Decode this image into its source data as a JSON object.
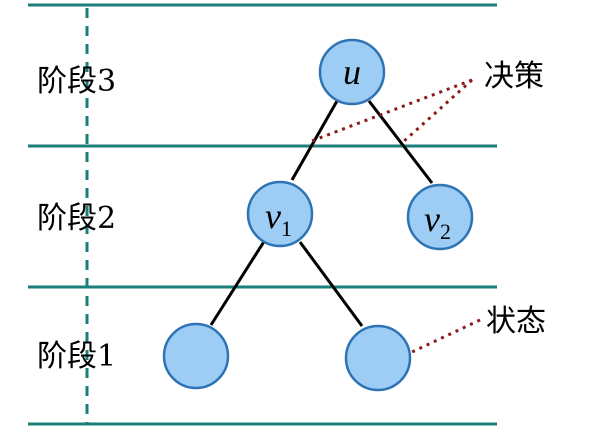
{
  "colors": {
    "stage_line": "#1a7f7a",
    "node_fill": "#9dcdf5",
    "node_stroke": "#2e74b5",
    "edge": "#000000",
    "annotation": "#8b1a1a"
  },
  "stages": [
    {
      "label": "阶段3"
    },
    {
      "label": "阶段2"
    },
    {
      "label": "阶段1"
    }
  ],
  "nodes": [
    {
      "var": "u",
      "sub": ""
    },
    {
      "var": "v",
      "sub": "1"
    },
    {
      "var": "v",
      "sub": "2"
    },
    {
      "var": "",
      "sub": ""
    },
    {
      "var": "",
      "sub": ""
    }
  ],
  "annotations": {
    "decision": "决策",
    "state": "状态"
  }
}
